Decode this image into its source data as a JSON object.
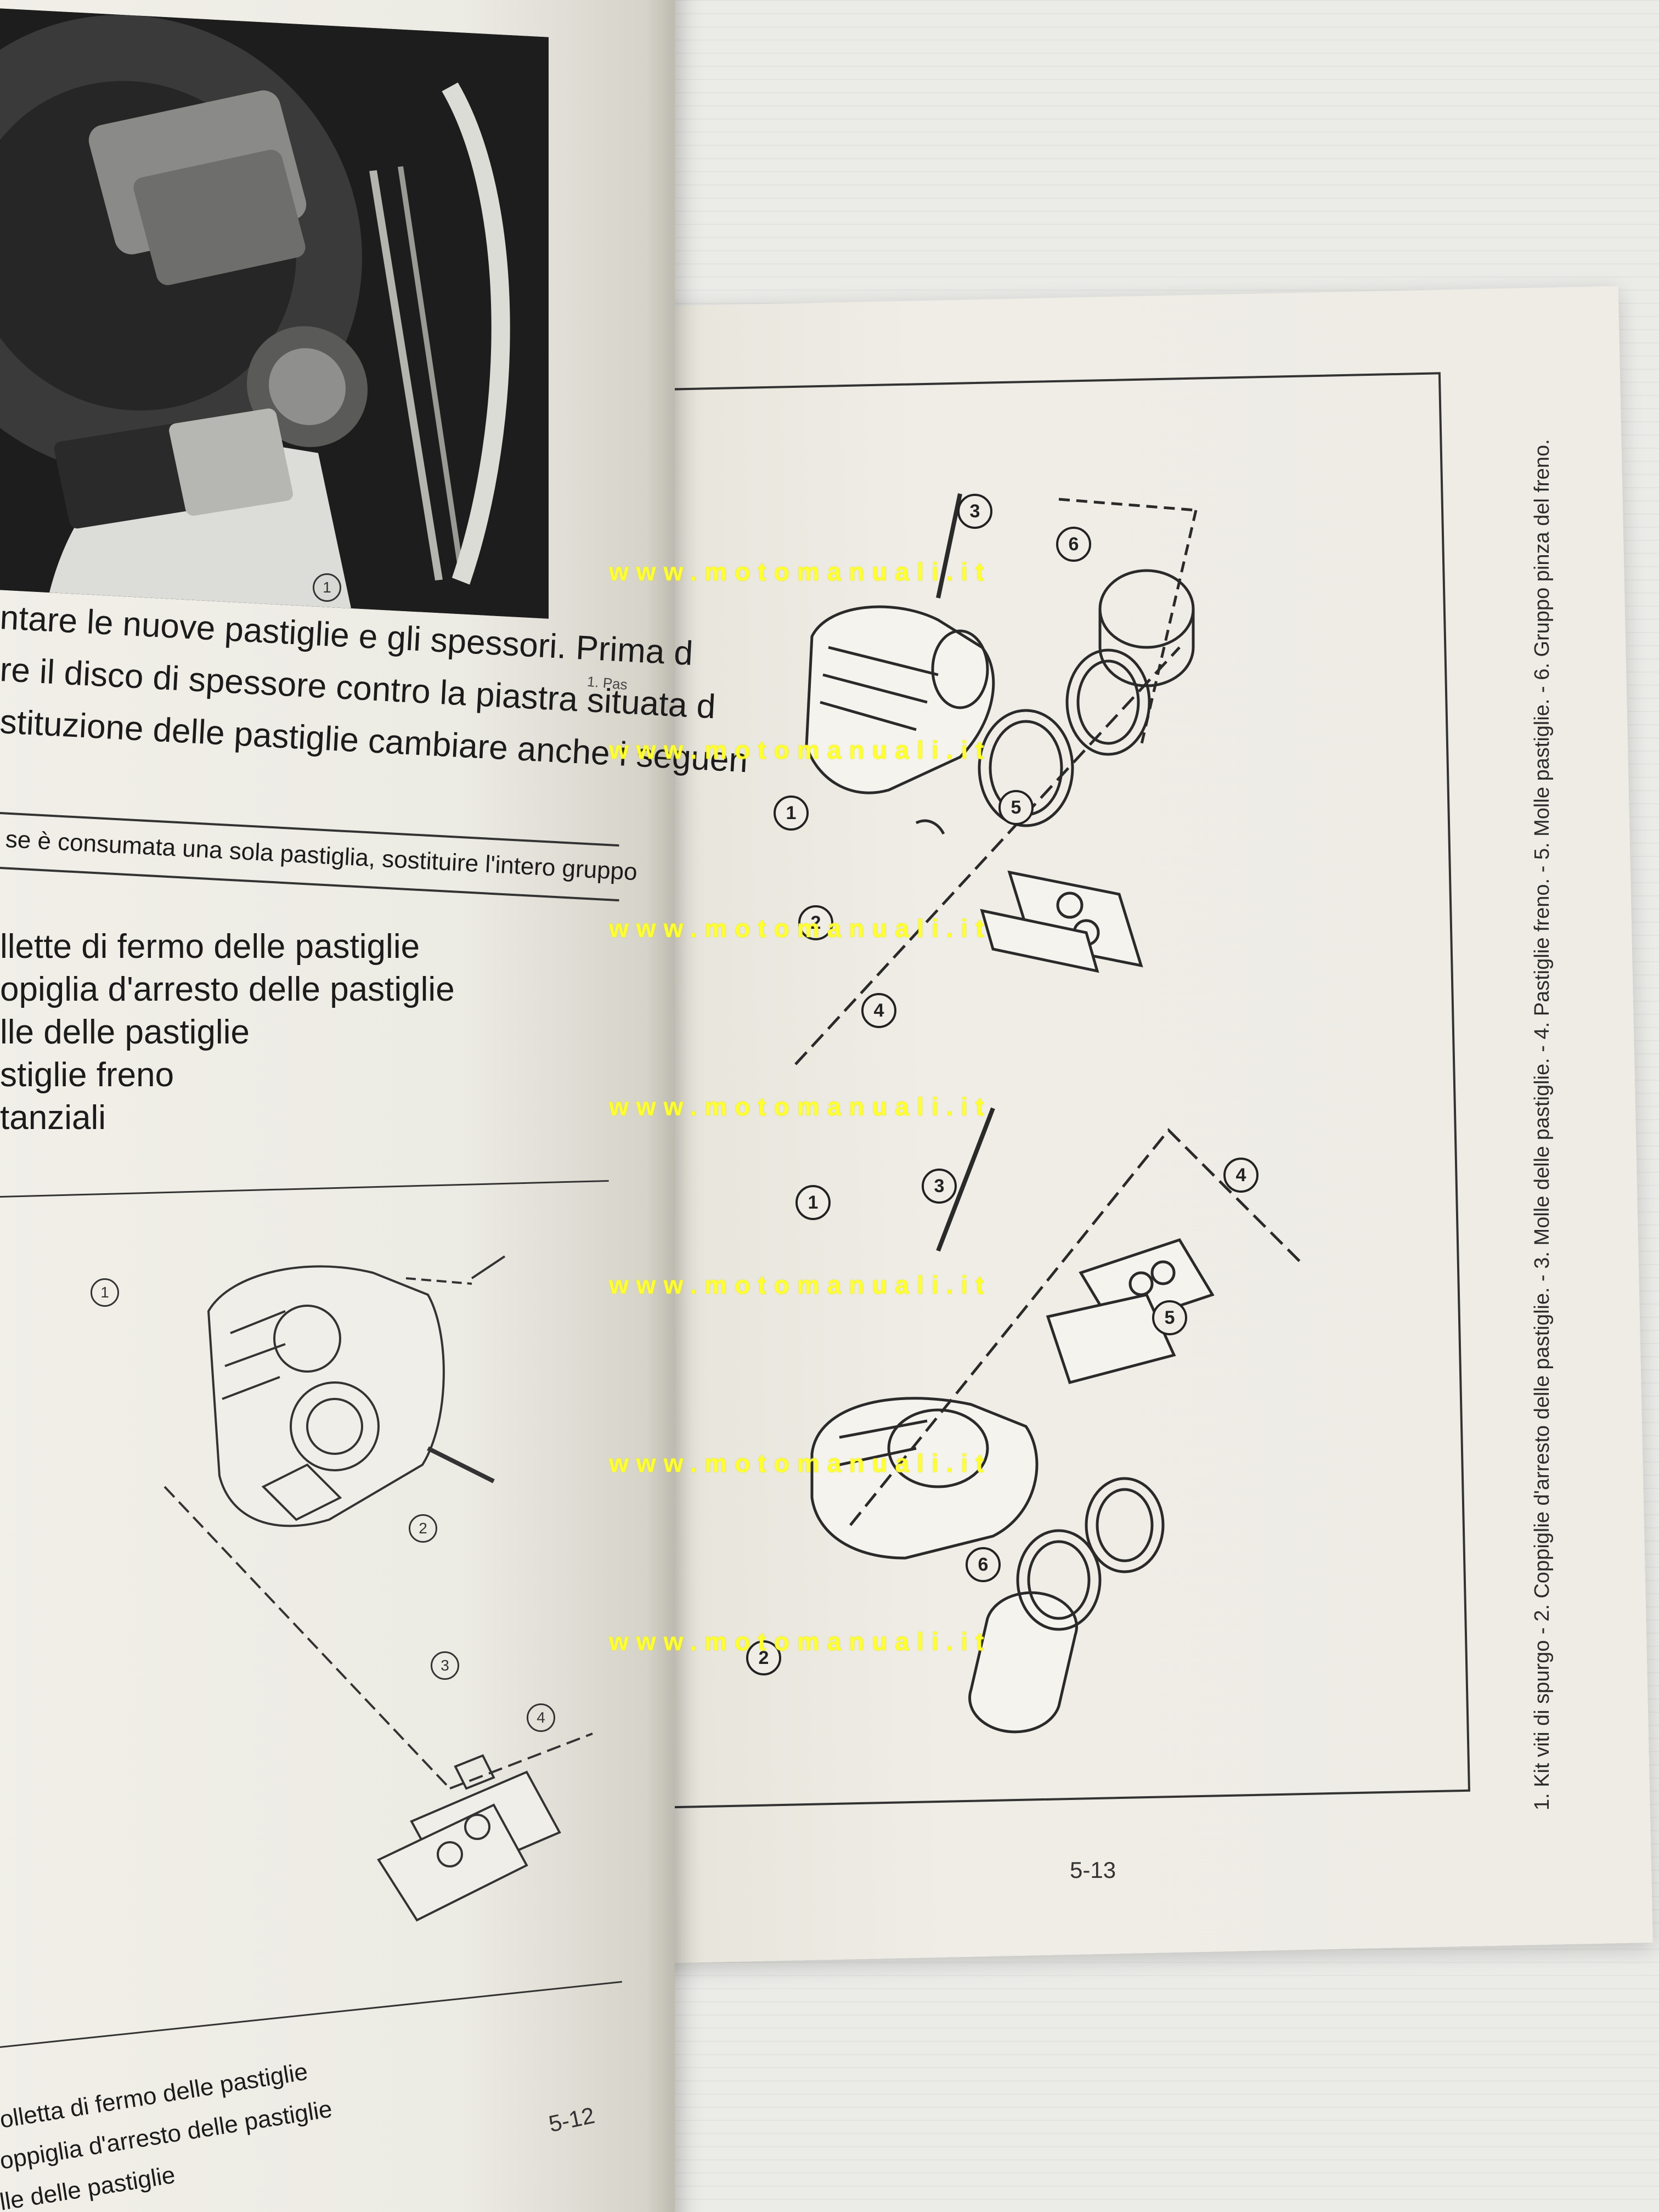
{
  "watermark": "www.motomanuali.it",
  "left_page": {
    "photo_callout": "1",
    "photo_caption": "1. Pas",
    "body_lines": [
      "ntare le nuove pastiglie e gli spessori. Prima d",
      "re il disco di spessore contro la piastra situata d",
      "stituzione delle pastiglie cambiare anche i seguen"
    ],
    "note": "se è consumata una sola pastiglia, sostituire l'intero gruppo",
    "parts_list": [
      "llette di fermo delle pastiglie",
      "opiglia d'arresto delle pastiglie",
      "lle delle pastiglie",
      "stiglie freno",
      "tanziali"
    ],
    "diagram_callouts": [
      "1",
      "2",
      "3",
      "4"
    ],
    "legend": [
      "olletta di fermo delle pastiglie",
      "oppiglia d'arresto delle pastiglie",
      "lle delle pastiglie"
    ],
    "page_number": "5-12"
  },
  "right_page": {
    "caption": "1. Kit viti di spurgo - 2. Coppiglie d'arresto delle pastiglie. - 3. Molle delle pastiglie. - 4. Pastiglie freno. - 5. Molle pastiglie. - 6. Gruppo pinza del freno.",
    "callouts_top": [
      "3",
      "6",
      "1",
      "5",
      "2",
      "4"
    ],
    "callouts_bottom": [
      "1",
      "3",
      "4",
      "5",
      "6",
      "2"
    ],
    "page_number": "5-13"
  }
}
